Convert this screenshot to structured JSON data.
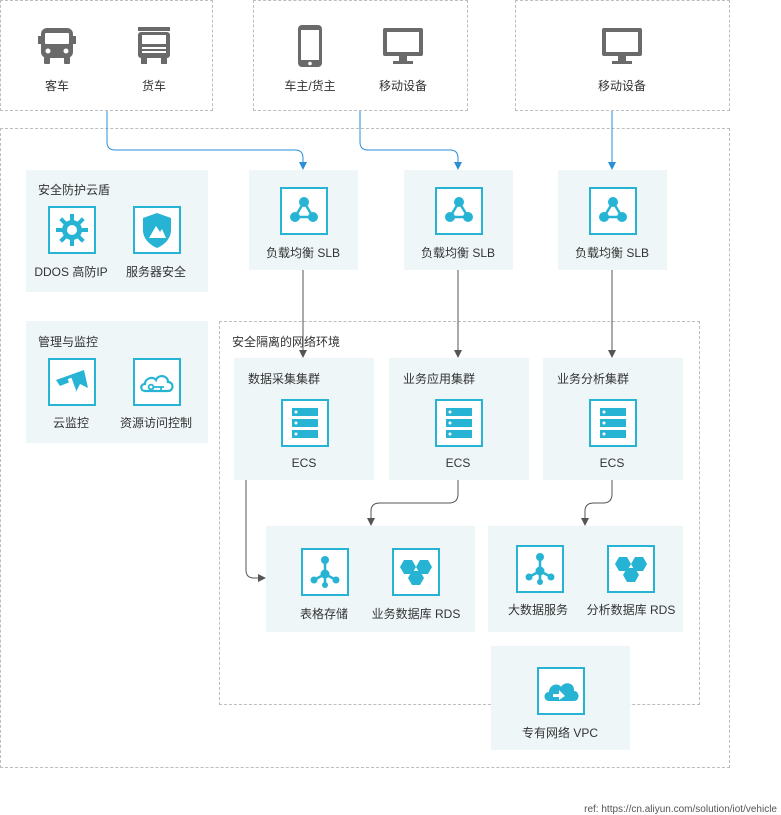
{
  "devices": {
    "bus": "客车",
    "truck": "货车",
    "owner": "车主/货主",
    "mobile_1": "移动设备",
    "mobile_2": "移动设备"
  },
  "security_group": {
    "title": "安全防护云盾",
    "items": [
      "DDOS 高防IP",
      "服务器安全"
    ]
  },
  "management_group": {
    "title": "管理与监控",
    "items": [
      "云监控",
      "资源访问控制"
    ]
  },
  "slb": [
    "负载均衡 SLB",
    "负载均衡 SLB",
    "负载均衡 SLB"
  ],
  "isolated_network": {
    "title": "安全隔离的网络环境"
  },
  "clusters": [
    {
      "title": "数据采集集群",
      "ecs": "ECS"
    },
    {
      "title": "业务应用集群",
      "ecs": "ECS"
    },
    {
      "title": "业务分析集群",
      "ecs": "ECS"
    }
  ],
  "storage": [
    "表格存储",
    "业务数据库 RDS"
  ],
  "analytics": [
    "大数据服务",
    "分析数据库 RDS"
  ],
  "vpc": "专有网络 VPC",
  "reference": "ref: https://cn.aliyun.com/solution/iot/vehicle",
  "colors": {
    "accent": "#27b4d4",
    "arrow_blue": "#2b8fd8",
    "arrow_gray": "#555555",
    "panel": "#eef6f8"
  }
}
